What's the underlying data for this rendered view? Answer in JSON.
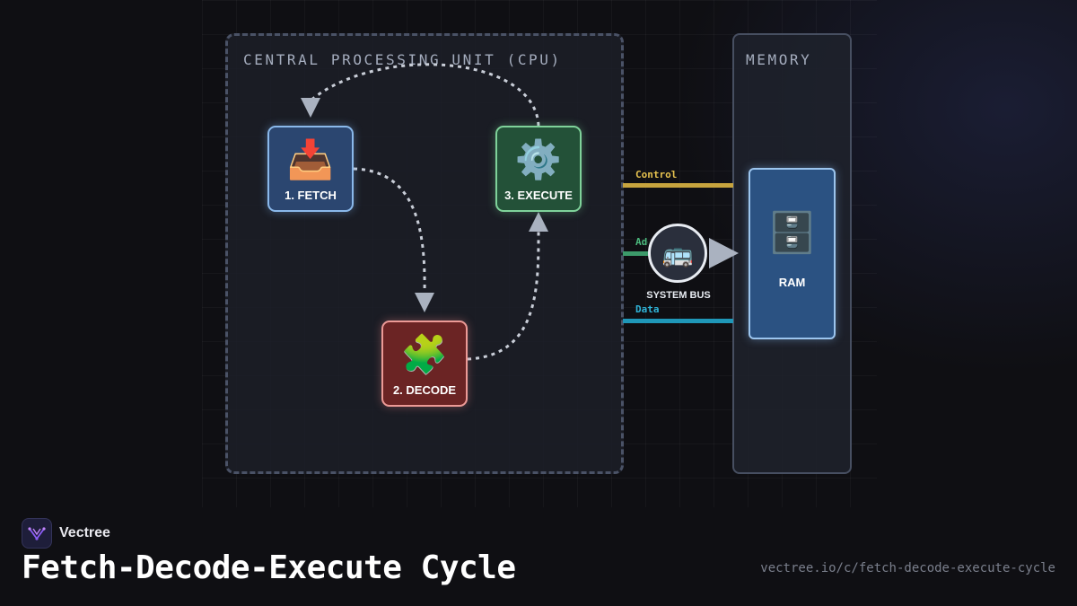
{
  "cpu": {
    "title": "CENTRAL PROCESSING UNIT (CPU)"
  },
  "memory": {
    "title": "MEMORY",
    "ram_label": "RAM",
    "ram_icon": "file-cabinet-icon"
  },
  "steps": [
    {
      "label": "1. FETCH",
      "icon": "inbox-tray-icon",
      "glyph": "📥"
    },
    {
      "label": "2. DECODE",
      "icon": "puzzle-piece-icon",
      "glyph": "🧩"
    },
    {
      "label": "3. EXECUTE",
      "icon": "gear-icon",
      "glyph": "⚙️"
    }
  ],
  "bus": {
    "caption": "SYSTEM BUS",
    "icon": "bus-icon",
    "glyph": "🚌",
    "lines": [
      {
        "label": "Control",
        "color": "#c7a43e"
      },
      {
        "label": "Address",
        "color": "#3c9a6a"
      },
      {
        "label": "Data",
        "color": "#1f97b8"
      }
    ]
  },
  "ram_glyph": "🗄️",
  "colors": {
    "fetch": "#2b4670",
    "decode": "#6b2424",
    "execute": "#235138",
    "ram": "#2b5282"
  },
  "footer": {
    "brand": "Vectree",
    "title": "Fetch-Decode-Execute Cycle",
    "url": "vectree.io/c/fetch-decode-execute-cycle"
  }
}
